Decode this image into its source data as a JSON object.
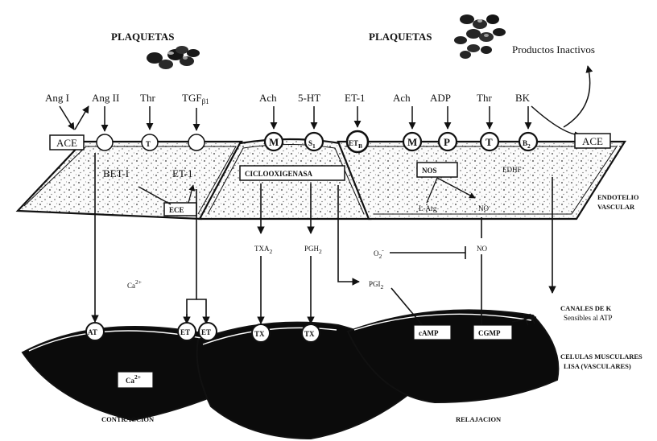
{
  "platelets": {
    "left": "PLAQUETAS",
    "right": "PLAQUETAS"
  },
  "inactive_products": "Productos Inactivos",
  "agonists": {
    "ang1": "Ang I",
    "ang2": "Ang II",
    "thr1": "Thr",
    "tgf": "TGF",
    "tgf_sub": "β1",
    "ach1": "Ach",
    "ht5": "5-HT",
    "et1": "ET-1",
    "ach2": "Ach",
    "adp": "ADP",
    "thr2": "Thr",
    "bk": "BK"
  },
  "receptors": {
    "t1": "T",
    "m1": "M",
    "s": "S",
    "s_sub": "1",
    "etb": "ET",
    "etb_sub": "B",
    "m2": "M",
    "p": "P",
    "t2": "T",
    "b": "B",
    "b_sub": "2"
  },
  "enzymes": {
    "ace_left": "ACE",
    "ace_right": "ACE",
    "ece": "ECE",
    "cyclo": "CICLOOXIGENASA",
    "nos": "NOS"
  },
  "endothelium_text": {
    "bet1": "BET-I",
    "et1": "ET-1",
    "edhf": "EDHF",
    "larg": "L-Arg",
    "no_top": "NO"
  },
  "endothelium_label": [
    "ENDOTELIO",
    "VASCULAR"
  ],
  "mediators": {
    "txa2": "TXA",
    "txa2_sub": "2",
    "pgh2": "PGH",
    "pgh2_sub": "2",
    "o2": "O",
    "o2_sub": "2",
    "o2_sup": "-",
    "no_mid": "NO",
    "pgi2": "PGI",
    "pgi2_sub": "2",
    "ca_top": "Ca",
    "ca_top_sup": "2+"
  },
  "k_channels": [
    "CANALES DE K",
    "Sensibles al ATP"
  ],
  "smooth_muscle_label": [
    "CELULAS MUSCULARES",
    "LISA (VASCULARES)"
  ],
  "muscle_receptors": {
    "at": "AT",
    "et_a": "ET",
    "et_b": "ET",
    "tx1": "TX",
    "tx2": "TX"
  },
  "muscle_boxes": {
    "ca": "Ca",
    "ca_sup": "2+",
    "camp": "cAMP",
    "cgmp": "CGMP"
  },
  "outcomes": {
    "contraction": "CONTRACCION",
    "relaxation": "RELAJACION"
  }
}
